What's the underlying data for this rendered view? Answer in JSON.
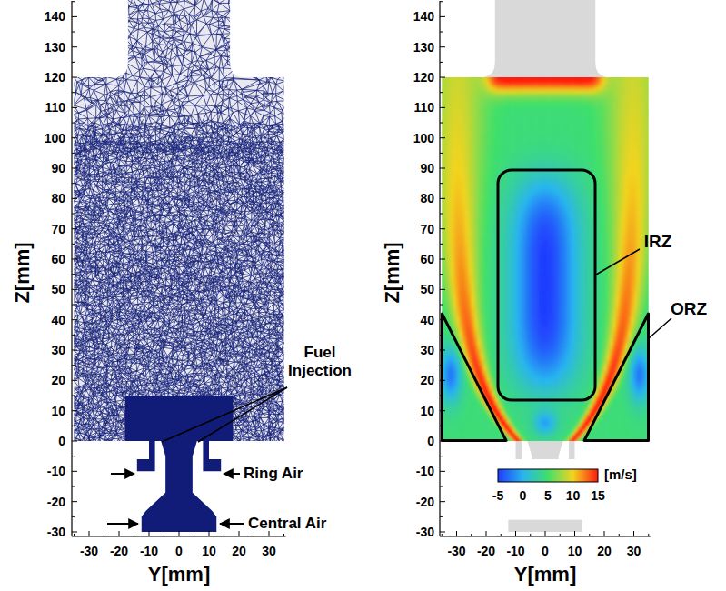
{
  "diagram": {
    "labels": [
      "140",
      "130",
      "120",
      "110",
      "100",
      "90",
      "80",
      "70",
      "60",
      "50",
      "40",
      "30",
      "20",
      "10",
      "0",
      "-10",
      "-20",
      "-30",
      "Z[mm]",
      "-30",
      "-20",
      "-10",
      "0",
      "10",
      "20",
      "30",
      "Y[mm]",
      "Fuel Injection",
      "Ring Air",
      "Central Air",
      "140",
      "130",
      "120",
      "110",
      "100",
      "90",
      "80",
      "70",
      "60",
      "50",
      "40",
      "30",
      "20",
      "10",
      "0",
      "-10",
      "-20",
      "-30",
      "Z[mm]",
      "-30",
      "-20",
      "-10",
      "0",
      "10",
      "20",
      "30",
      "Y[mm]",
      "IRZ",
      "ORZ",
      "-5",
      "0",
      "5",
      "10",
      "15",
      "[m/s]"
    ]
  }
}
